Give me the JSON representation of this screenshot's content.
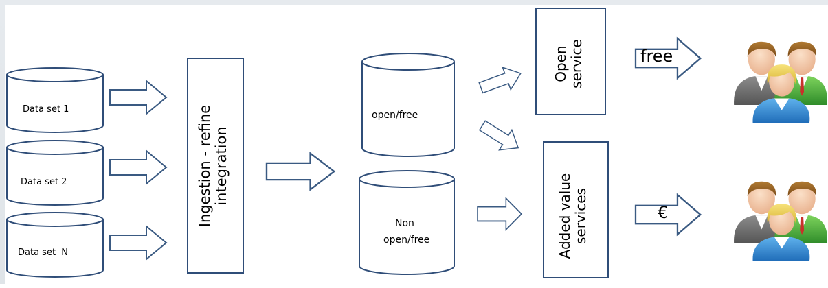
{
  "diagram": {
    "datasets": [
      "Data set 1",
      "Data set 2",
      "Data set  N"
    ],
    "process": {
      "line1": "Ingestion - refine",
      "line2": "integration"
    },
    "stores": {
      "open": "open/free",
      "non_open_line1": "Non",
      "non_open_line2": "open/free"
    },
    "services": {
      "open": {
        "line1": "Open",
        "line2": "service"
      },
      "added": {
        "line1": "Added value",
        "line2": "services"
      }
    },
    "labels": {
      "free": "free",
      "paid": "€"
    },
    "icons": [
      "users-group-icon",
      "users-group-icon"
    ]
  }
}
